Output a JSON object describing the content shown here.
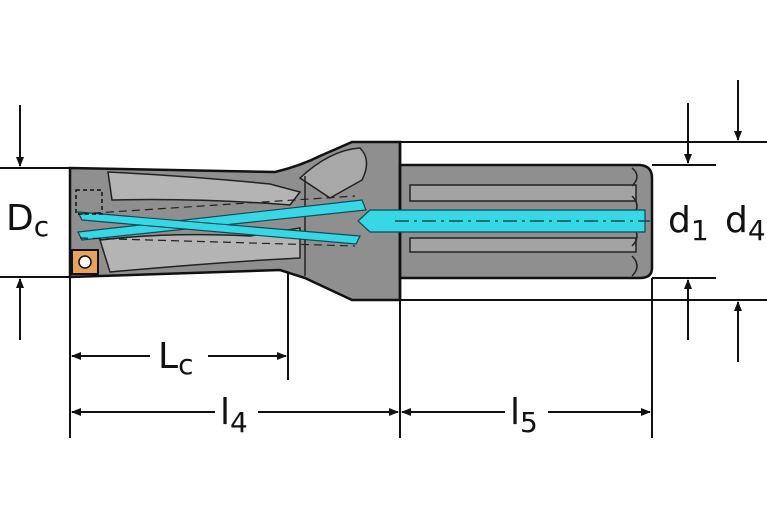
{
  "labels": {
    "dc_main": "D",
    "dc_sub": "c",
    "lc_main": "L",
    "lc_sub": "c",
    "l4_main": "l",
    "l4_sub": "4",
    "l5_main": "l",
    "l5_sub": "5",
    "d1_main": "d",
    "d1_sub": "1",
    "d4_main": "d",
    "d4_sub": "4"
  },
  "colors": {
    "body": "#8f8f8f",
    "body_light": "#b4b4b4",
    "body_dark": "#6e6e6e",
    "outline": "#111111",
    "coolant": "#37d7e6",
    "insert": "#e8a25e"
  }
}
